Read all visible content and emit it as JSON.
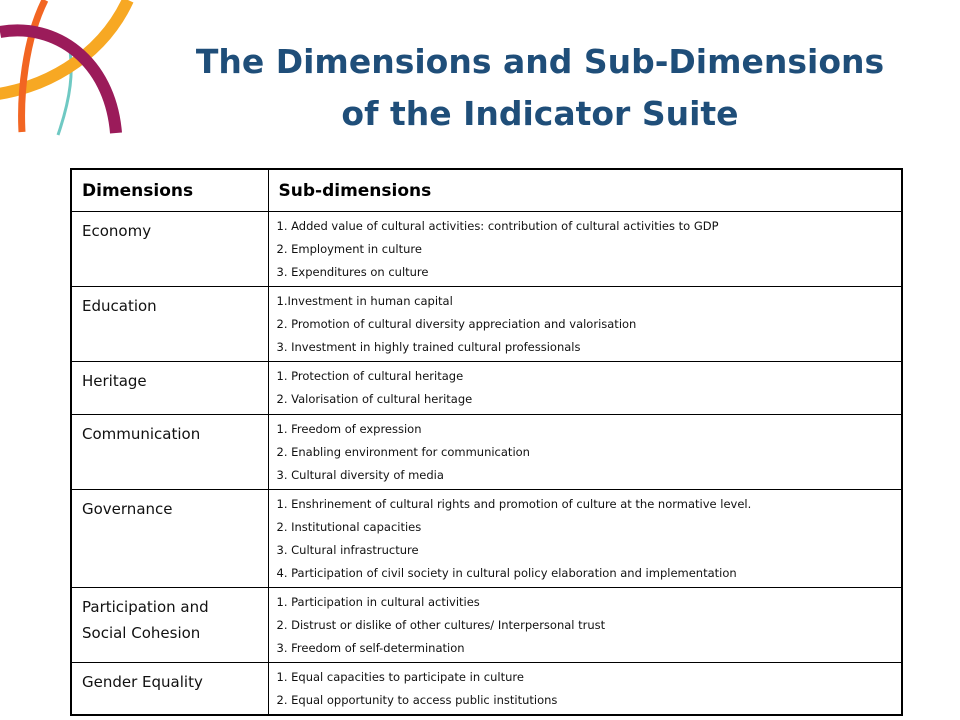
{
  "slide": {
    "title_line1": "The Dimensions and Sub-Dimensions",
    "title_line2": "of the Indicator Suite"
  },
  "colors": {
    "title": "#1f4e79",
    "arc_orange": "#f26522",
    "arc_yellow": "#f7a823",
    "arc_teal": "#6fc9c3",
    "arc_magenta": "#9b1b5a"
  },
  "table": {
    "headers": [
      "Dimensions",
      "Sub-dimensions"
    ],
    "rows": [
      {
        "dimension": "Economy",
        "subs": [
          "1. Added value of cultural activities: contribution of cultural activities to GDP",
          "2. Employment in culture",
          "3. Expenditures on culture"
        ]
      },
      {
        "dimension": "Education",
        "subs": [
          "1.Investment in human capital",
          "2. Promotion of cultural diversity appreciation and valorisation",
          "3. Investment in highly trained cultural professionals"
        ]
      },
      {
        "dimension": "Heritage",
        "subs": [
          "1. Protection of cultural heritage",
          "2. Valorisation of cultural heritage"
        ]
      },
      {
        "dimension": "Communication",
        "subs": [
          "1. Freedom of expression",
          "2. Enabling environment for communication",
          "3. Cultural diversity of media"
        ]
      },
      {
        "dimension": "Governance",
        "subs": [
          "1. Enshrinement of cultural rights and promotion of culture at the normative level.",
          "2. Institutional capacities",
          "3. Cultural infrastructure",
          "4. Participation of civil society in cultural policy elaboration and implementation"
        ]
      },
      {
        "dimension": "Participation and Social Cohesion",
        "subs": [
          "1. Participation in cultural activities",
          "2. Distrust or dislike of other cultures/ Interpersonal trust",
          "3. Freedom of self-determination"
        ]
      },
      {
        "dimension": "Gender Equality",
        "subs": [
          "1. Equal capacities to participate in culture",
          "2. Equal opportunity to access public institutions"
        ]
      }
    ]
  }
}
